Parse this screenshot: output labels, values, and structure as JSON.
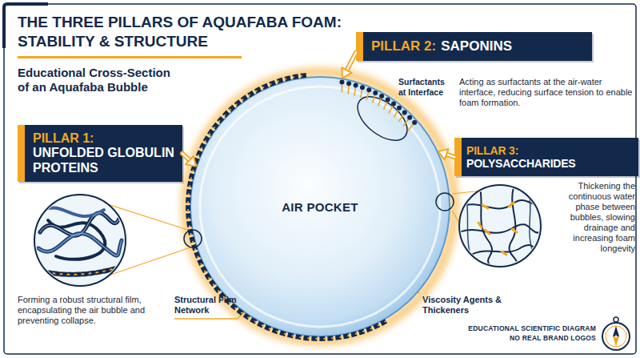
{
  "diagram": {
    "title": "THE THREE PILLARS OF AQUAFABA FOAM: STABILITY & STRUCTURE",
    "nodes": [
      {
        "text": [
          "PILLAR 2:",
          "SAPONINS"
        ]
      },
      {
        "text": [
          "PILLAR 1:",
          "UNFOLDED GLOBULIN PROTEINS"
        ]
      },
      {
        "text": [
          "AIR POCKET"
        ]
      },
      {
        "text": [
          "PILLAR 3:",
          "POLYSACCHARIDES"
        ]
      }
    ],
    "edges": [
      {
        "from": 0,
        "to": 2,
        "arrow": "to"
      },
      {
        "from": 1,
        "to": 2,
        "arrow": "to"
      },
      {
        "from": 3,
        "to": 2,
        "arrow": "to"
      }
    ],
    "labels": [
      "Educational Cross-Section of an Aquafaba Bubble",
      "Surfactants at Interface",
      "Acting as surfactants at the air-water interface, reducing surface tension to enable foam formation.",
      "Thickening the continuous water phase between bubbles, slowing drainage and increasing foam longevity",
      "Forming a robust structural film, encapsulating the air bubble and preventing collapse.",
      "Structural Film Network",
      "Viscosity Agents & Thickeners",
      "EDUCATIONAL SCIENTIFIC DIAGRAM",
      "NO REAL BRAND LOGOS"
    ]
  }
}
